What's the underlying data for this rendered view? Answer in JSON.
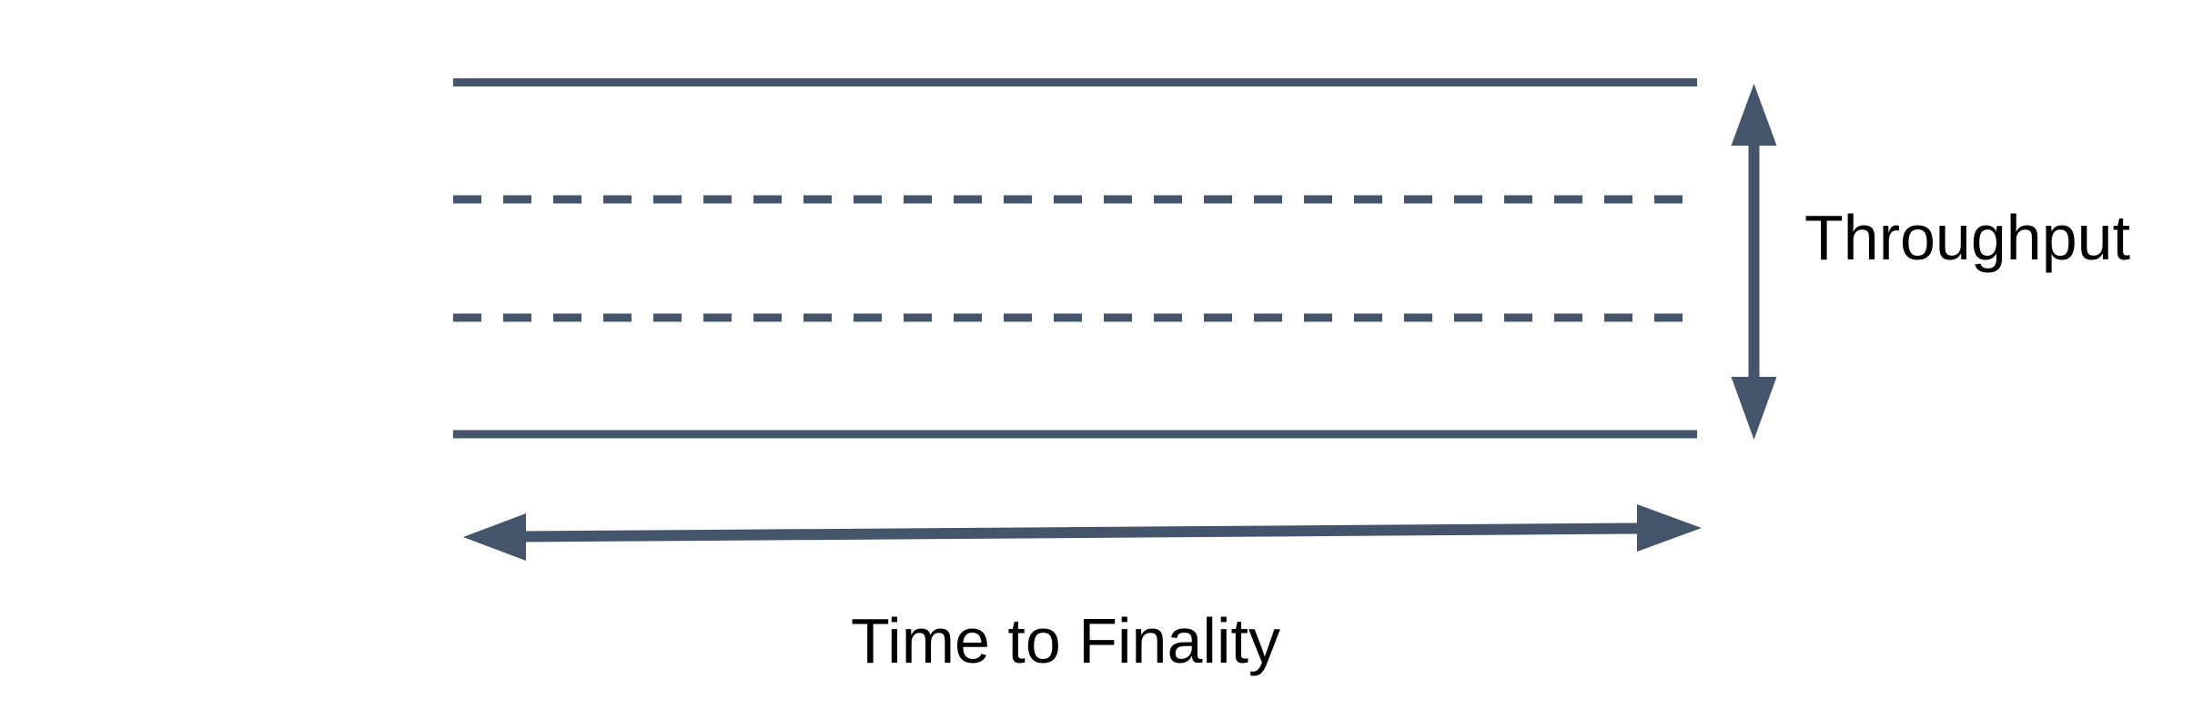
{
  "diagram": {
    "description": "band-width-vs-length annotated diagram",
    "labels": {
      "vertical_axis": "Throughput",
      "horizontal_axis": "Time to Finality"
    },
    "colors": {
      "shape": "#44546A",
      "label_text": "#000000",
      "background": "#FFFFFF"
    },
    "shapes": {
      "solid_line_count": 2,
      "dashed_line_count": 2,
      "double_headed_arrow_count": 2
    }
  }
}
